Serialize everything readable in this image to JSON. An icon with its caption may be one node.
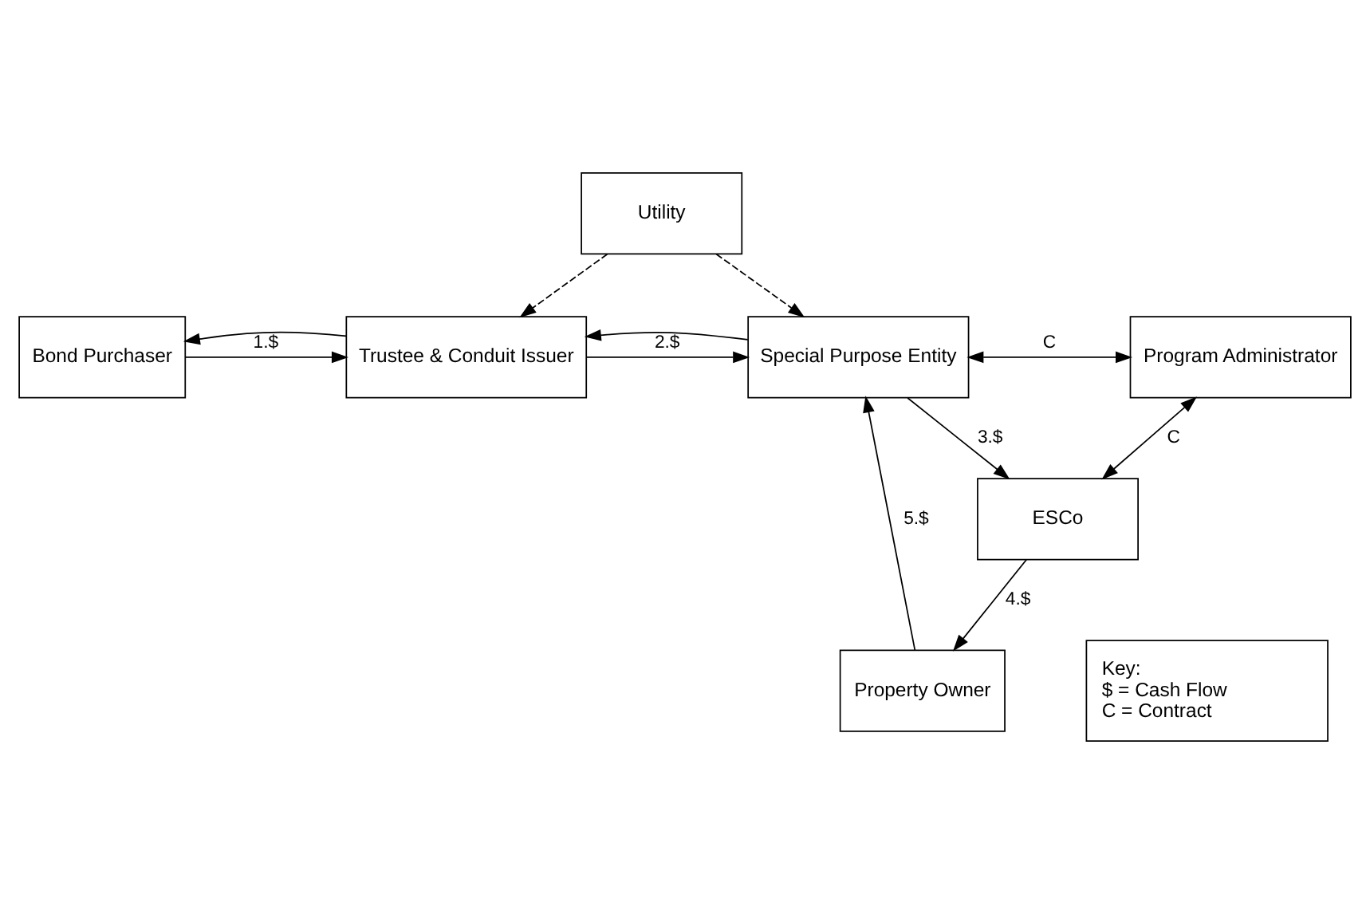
{
  "diagram": {
    "nodes": [
      {
        "text": [
          "Utility"
        ]
      },
      {
        "text": [
          "Bond Purchaser"
        ]
      },
      {
        "text": [
          "Trustee & Conduit Issuer"
        ]
      },
      {
        "text": [
          "Special Purpose Entity"
        ]
      },
      {
        "text": [
          "Program Administrator"
        ]
      },
      {
        "text": [
          "ESCo"
        ]
      },
      {
        "text": [
          "Property Owner"
        ]
      },
      {
        "text": [
          "Key:",
          "$ = Cash Flow",
          "C = Contract"
        ]
      }
    ],
    "edges": [
      {
        "from": 0,
        "to": 2,
        "arrow": "to",
        "style": "dashed"
      },
      {
        "from": 0,
        "to": 3,
        "arrow": "to",
        "style": "dashed"
      },
      {
        "from": 1,
        "to": 2,
        "arrow": "to",
        "label": "1.$"
      },
      {
        "from": 2,
        "to": 1,
        "arrow": "to"
      },
      {
        "from": 2,
        "to": 3,
        "arrow": "to",
        "label": "2.$"
      },
      {
        "from": 3,
        "to": 2,
        "arrow": "to"
      },
      {
        "from": 3,
        "to": 4,
        "arrow": "both",
        "label": "C"
      },
      {
        "from": 3,
        "to": 5,
        "arrow": "to",
        "label": "3.$"
      },
      {
        "from": 4,
        "to": 5,
        "arrow": "both",
        "label": "C"
      },
      {
        "from": 5,
        "to": 6,
        "arrow": "to",
        "label": "4.$"
      },
      {
        "from": 6,
        "to": 3,
        "arrow": "to",
        "label": "5.$"
      }
    ]
  }
}
